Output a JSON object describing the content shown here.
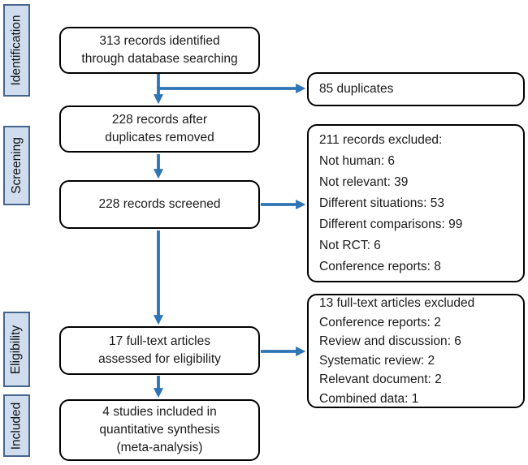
{
  "palette": {
    "arrow_blue": "#2E75B6",
    "stage_fill": "#CFDDEF",
    "stage_border": "#44658C",
    "box_border": "#000000",
    "box_fill": "#FFFFFF",
    "text_color": "#1A1A1A",
    "page_bg": "#FFFFFF"
  },
  "stages": [
    {
      "label": "Identification"
    },
    {
      "label": "Screening"
    },
    {
      "label": "Eligibility"
    },
    {
      "label": "Included"
    }
  ],
  "flow_boxes": {
    "identified": {
      "lines": [
        "313 records identified",
        "through database searching"
      ]
    },
    "after_duplicates": {
      "lines": [
        "228 records after",
        "duplicates removed"
      ]
    },
    "screened": {
      "lines": [
        "228 records screened"
      ]
    },
    "fulltext": {
      "lines": [
        "17 full-text articles",
        "assessed for eligibility"
      ]
    },
    "included": {
      "lines": [
        "4 studies included in",
        "quantitative synthesis",
        "(meta-analysis)"
      ]
    }
  },
  "side_boxes": {
    "duplicates": {
      "lines": [
        "85 duplicates"
      ]
    },
    "records_excluded": {
      "lines": [
        "211 records excluded:",
        "Not human: 6",
        "Not relevant: 39",
        "Different situations: 53",
        "Different comparisons: 99",
        "Not RCT: 6",
        "Conference reports: 8"
      ]
    },
    "fulltext_excluded": {
      "lines": [
        "13 full-text articles excluded",
        "Conference reports: 2",
        "Review and discussion: 6",
        "Systematic review: 2",
        "Relevant document: 2",
        "Combined data: 1"
      ]
    }
  }
}
